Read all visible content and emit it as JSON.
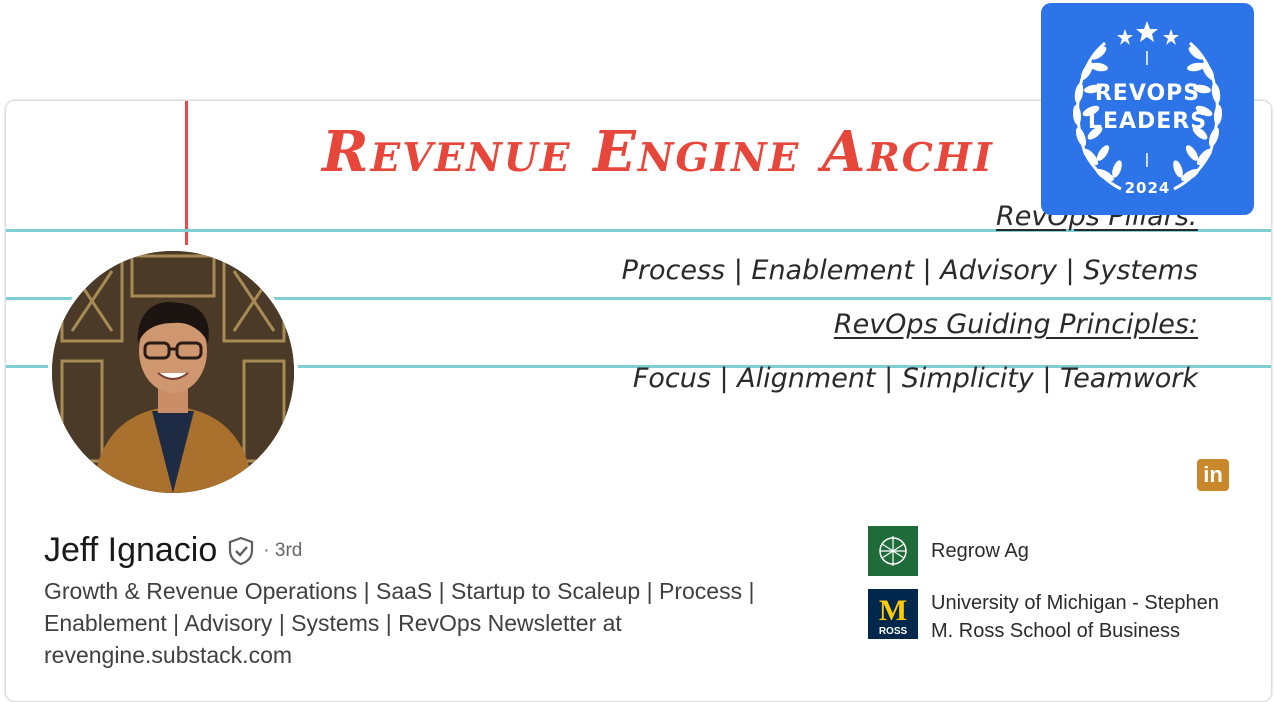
{
  "banner": {
    "title": "Revenue Engine Archi",
    "pillars_heading": "RevOps Pillars:",
    "pillars": "Process | Enablement | Advisory | Systems",
    "principles_heading": "RevOps Guiding Principles:",
    "principles": "Focus | Alignment | Simplicity | Teamwork"
  },
  "badge": {
    "line1": "REVOPS",
    "line2": "LEADERS",
    "year": "2024"
  },
  "profile": {
    "name": "Jeff Ignacio",
    "degree": "· 3rd",
    "headline": "Growth & Revenue Operations | SaaS | Startup to Scaleup | Process | Enablement | Advisory | Systems | RevOps Newsletter at revengine.substack.com",
    "linkedin_icon_text": "in"
  },
  "orgs": [
    {
      "name": "Regrow Ag",
      "logo_color": "#1f6b3a"
    },
    {
      "name": "University of Michigan - Stephen M. Ross School of Business",
      "logo_text": "M",
      "logo_subtext": "ROSS",
      "logo_color": "#00274c",
      "logo_accent": "#ffcb05"
    }
  ]
}
